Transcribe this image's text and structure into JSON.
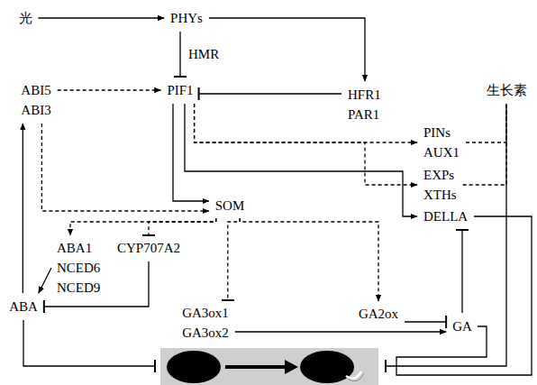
{
  "diagram": {
    "nodes": [
      {
        "text": [
          "光"
        ]
      },
      {
        "text": [
          "PHYs"
        ]
      },
      {
        "text": [
          "ABI5",
          "ABI3"
        ]
      },
      {
        "text": [
          "PIF1"
        ]
      },
      {
        "text": [
          "HFR1",
          "PAR1"
        ]
      },
      {
        "text": [
          "生长素"
        ]
      },
      {
        "text": [
          "PINs",
          "AUX1"
        ]
      },
      {
        "text": [
          "EXPs",
          "XTHs"
        ]
      },
      {
        "text": [
          "SOM"
        ]
      },
      {
        "text": [
          "DELLA"
        ]
      },
      {
        "text": [
          "ABA1",
          "NCED6",
          "NCED9"
        ]
      },
      {
        "text": [
          "CYP707A2"
        ]
      },
      {
        "text": [
          "ABA"
        ]
      },
      {
        "text": [
          "GA3ox1",
          "GA3ox2"
        ]
      },
      {
        "text": [
          "GA2ox"
        ]
      },
      {
        "text": [
          "GA"
        ]
      }
    ],
    "edges": [
      {
        "from": 0,
        "to": 1,
        "arrow": "to"
      },
      {
        "from": 1,
        "to": 3,
        "label": "HMR",
        "arrow": "to"
      },
      {
        "from": 1,
        "to": 4,
        "arrow": "to"
      },
      {
        "from": 4,
        "to": 3,
        "arrow": "to"
      },
      {
        "from": 2,
        "to": 3,
        "arrow": "to"
      },
      {
        "from": 2,
        "to": 8,
        "arrow": "to"
      },
      {
        "from": 3,
        "to": 8,
        "arrow": "to"
      },
      {
        "from": 3,
        "to": 9,
        "arrow": "to"
      },
      {
        "from": 3,
        "to": 6,
        "arrow": "to"
      },
      {
        "from": 3,
        "to": 7,
        "arrow": "to"
      },
      {
        "from": 6,
        "to": 5,
        "arrow": "none"
      },
      {
        "from": 7,
        "to": 5,
        "arrow": "none"
      },
      {
        "from": 8,
        "to": 10,
        "arrow": "to"
      },
      {
        "from": 8,
        "to": 11,
        "arrow": "to"
      },
      {
        "from": 8,
        "to": 13,
        "arrow": "to"
      },
      {
        "from": 8,
        "to": 14,
        "arrow": "to"
      },
      {
        "from": 10,
        "to": 12,
        "arrow": "to"
      },
      {
        "from": 11,
        "to": 12,
        "arrow": "to"
      },
      {
        "from": 12,
        "to": 2,
        "arrow": "to"
      },
      {
        "from": 13,
        "to": 15,
        "arrow": "to"
      },
      {
        "from": 14,
        "to": 15,
        "arrow": "to"
      },
      {
        "from": 15,
        "to": 9,
        "arrow": "to"
      }
    ]
  }
}
